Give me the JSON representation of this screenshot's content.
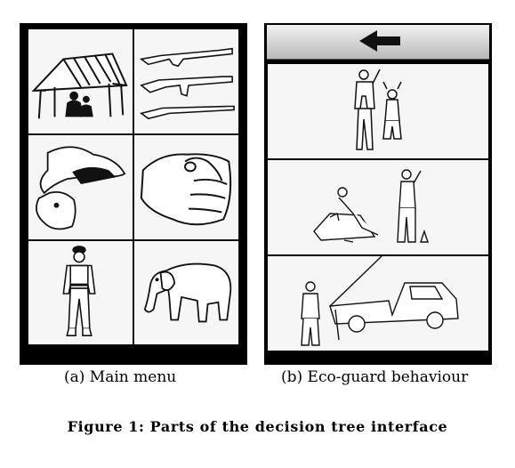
{
  "subfigures": [
    {
      "label": "(a)",
      "caption": "(a) Main menu",
      "screen": "main-menu",
      "tiles": [
        {
          "icon": "hut-with-people-icon"
        },
        {
          "icon": "rifles-icon"
        },
        {
          "icon": "dead-animal-icon"
        },
        {
          "icon": "fist-icon"
        },
        {
          "icon": "eco-guard-icon"
        },
        {
          "icon": "elephant-icon"
        }
      ]
    },
    {
      "label": "(b)",
      "caption": "(b) Eco-guard behaviour",
      "screen": "eco-guard-behaviour",
      "back_icon": "back-arrow-icon",
      "rows": [
        {
          "icon": "guard-threatening-person-icon"
        },
        {
          "icon": "guards-drinking-icon"
        },
        {
          "icon": "guard-at-truck-icon"
        }
      ]
    }
  ],
  "figure_caption": "Figure 1: Parts of the decision tree interface",
  "colors": {
    "frame": "#000000",
    "tile_background": "#f6f6f6",
    "ink": "#111111",
    "navbar_top": "#f2f2f2",
    "navbar_bottom": "#b9b9b9"
  }
}
